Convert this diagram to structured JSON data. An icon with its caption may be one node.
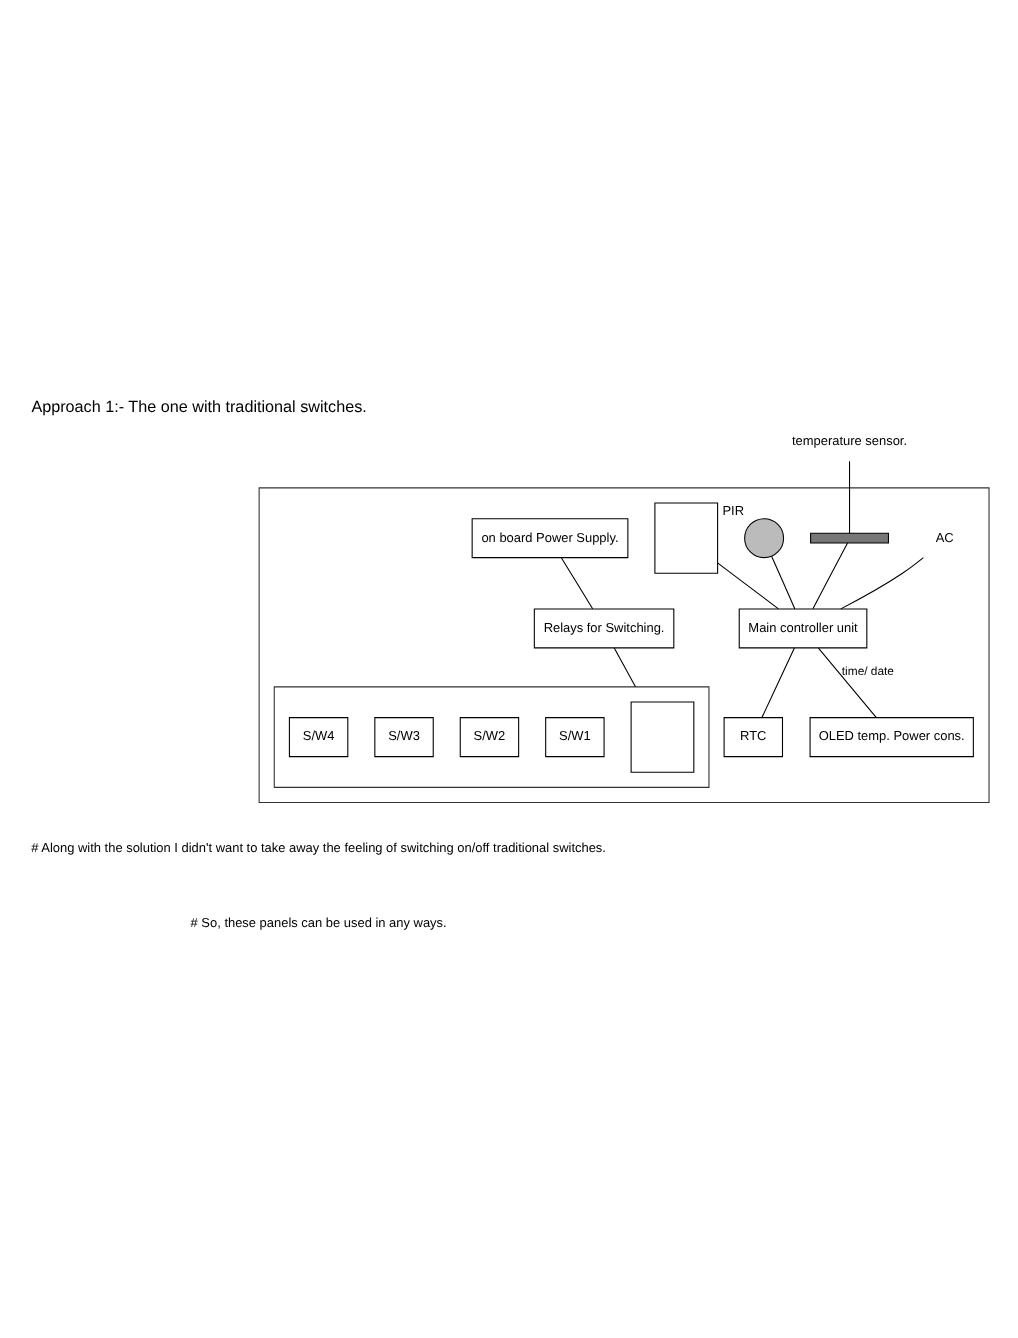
{
  "diagram": {
    "title": "Approach 1:- The one with traditional switches.",
    "nodes": [
      {
        "text": [],
        "shape": "box"
      },
      {
        "text": [
          "temperature sensor."
        ]
      },
      {
        "text": [],
        "shape": "bar",
        "in": 0
      },
      {
        "text": [],
        "shape": "circle",
        "beside": [
          "PIR"
        ],
        "in": 0
      },
      {
        "text": [],
        "shape": "box",
        "in": 0
      },
      {
        "text": [
          "OLED temp. Power cons."
        ],
        "in": 0
      },
      {
        "text": [
          "Main controller unit"
        ],
        "in": 0
      },
      {
        "text": [
          "RTC"
        ],
        "in": 0
      },
      {
        "text": [
          "on board Power Supply."
        ],
        "in": 0
      },
      {
        "text": [
          "Relays for Switching."
        ],
        "in": 0
      },
      {
        "text": [
          "AC"
        ],
        "in": 0
      },
      {
        "text": [],
        "shape": "box",
        "in": 0
      },
      {
        "text": [],
        "shape": "box",
        "in": 11
      },
      {
        "text": [
          "S/W1"
        ],
        "in": 11
      },
      {
        "text": [
          "S/W2"
        ],
        "in": 11
      },
      {
        "text": [
          "S/W3"
        ],
        "in": 11
      },
      {
        "text": [
          "S/W4"
        ],
        "in": 11
      }
    ],
    "edges": [
      {
        "from": 1,
        "to": 2,
        "arrow": "none"
      },
      {
        "from": 2,
        "to": 6,
        "arrow": "none"
      },
      {
        "from": 3,
        "to": 6,
        "arrow": "none"
      },
      {
        "from": 4,
        "to": 6,
        "arrow": "none"
      },
      {
        "from": 6,
        "to": 5,
        "arrow": "none",
        "label": "time/ date"
      },
      {
        "from": 6,
        "to": 7,
        "arrow": "none"
      },
      {
        "from": 10,
        "to": 6,
        "arrow": "none"
      },
      {
        "from": 8,
        "to": 9,
        "arrow": "none"
      },
      {
        "from": 9,
        "to": 11,
        "arrow": "none"
      }
    ],
    "labels": [
      "# Along with the solution I didn't want to take away the feeling of switching on/off traditional switches.",
      "# So, these panels can be used in any ways."
    ]
  }
}
